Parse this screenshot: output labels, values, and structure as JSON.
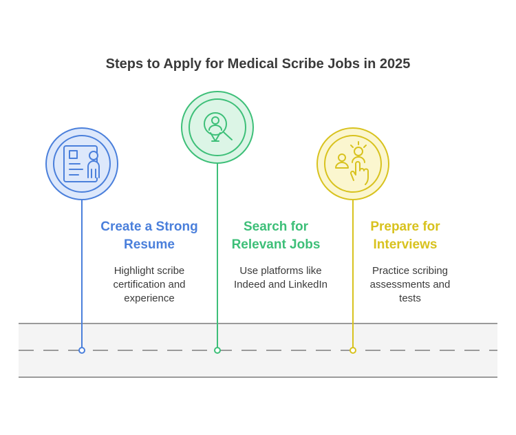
{
  "title": "Steps to Apply for Medical Scribe Jobs in 2025",
  "steps": [
    {
      "title_lines": [
        "Create a Strong",
        "Resume"
      ],
      "desc_lines": [
        "Highlight scribe",
        "certification and",
        "experience"
      ],
      "icon": "resume-icon",
      "color": "#4a7fdb",
      "fill": "#dde8fb"
    },
    {
      "title_lines": [
        "Search for",
        "Relevant Jobs"
      ],
      "desc_lines": [
        "Use platforms like",
        "Indeed and LinkedIn"
      ],
      "icon": "job-search-icon",
      "color": "#3dbf78",
      "fill": "#dcf5e6"
    },
    {
      "title_lines": [
        "Prepare for",
        "Interviews"
      ],
      "desc_lines": [
        "Practice scribing",
        "assessments and",
        "tests"
      ],
      "icon": "interview-icon",
      "color": "#d8c21e",
      "fill": "#fbf6cf"
    }
  ]
}
